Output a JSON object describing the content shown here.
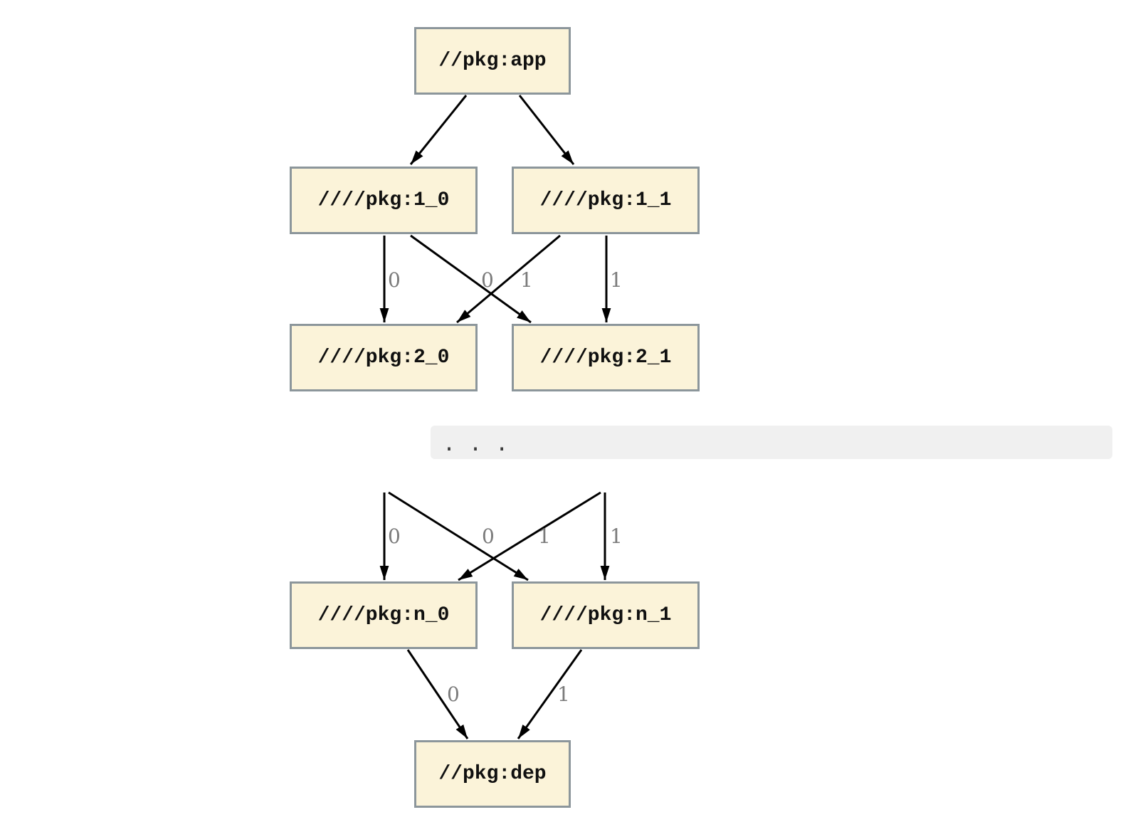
{
  "page": {
    "background": "#ffffff"
  },
  "diagram": {
    "type": "dependency-graph",
    "ellipsis_text": "...",
    "colors": {
      "node_fill": "#FBF3D9",
      "node_border": "#8C969B",
      "edge": "#000000",
      "edge_label": "#7B7B7B",
      "code_band_bg": "#F0F0F0"
    },
    "nodes": {
      "app": {
        "label": "//pkg:app"
      },
      "v1_0": {
        "label": "////pkg:1_0"
      },
      "v1_1": {
        "label": "////pkg:1_1"
      },
      "v2_0": {
        "label": "////pkg:2_0"
      },
      "v2_1": {
        "label": "////pkg:2_1"
      },
      "vn_0": {
        "label": "////pkg:n_0"
      },
      "vn_1": {
        "label": "////pkg:n_1"
      },
      "dep": {
        "label": "//pkg:dep"
      }
    },
    "edges": [
      {
        "id": "e1",
        "from": "app",
        "to": "v1_0",
        "label": ""
      },
      {
        "id": "e2",
        "from": "app",
        "to": "v1_1",
        "label": ""
      },
      {
        "id": "e3",
        "from": "v1_0",
        "to": "v2_0",
        "label": "0"
      },
      {
        "id": "e4",
        "from": "v1_1",
        "to": "v2_0",
        "label": "0"
      },
      {
        "id": "e5",
        "from": "v1_0",
        "to": "v2_1",
        "label": "1"
      },
      {
        "id": "e6",
        "from": "v1_1",
        "to": "v2_1",
        "label": "1"
      },
      {
        "id": "e7",
        "from": "ellipsis",
        "to": "vn_0",
        "label": "0"
      },
      {
        "id": "e8",
        "from": "ellipsis",
        "to": "vn_0",
        "label": "0"
      },
      {
        "id": "e9",
        "from": "ellipsis",
        "to": "vn_1",
        "label": "1"
      },
      {
        "id": "e10",
        "from": "ellipsis",
        "to": "vn_1",
        "label": "1"
      },
      {
        "id": "e11",
        "from": "vn_0",
        "to": "dep",
        "label": "0"
      },
      {
        "id": "e12",
        "from": "vn_1",
        "to": "dep",
        "label": "1"
      }
    ]
  }
}
